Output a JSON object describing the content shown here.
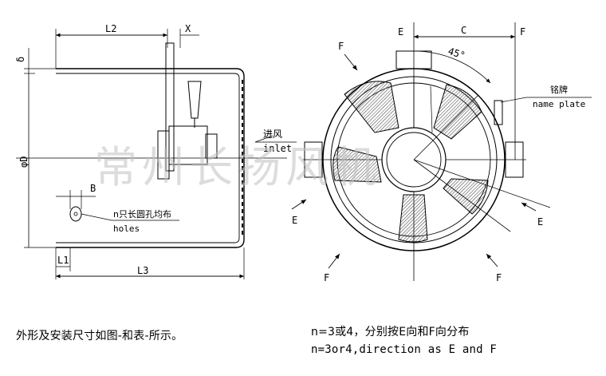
{
  "side_view": {
    "labels": {
      "L2": "L2",
      "X": "X",
      "delta": "δ",
      "phiD": "φD",
      "B": "B",
      "L1": "L1",
      "L3": "L3"
    },
    "inlet_cn": "进风",
    "inlet_en": "inlet",
    "holes_cn": "n只长圆孔均布",
    "holes_en": "holes"
  },
  "front_view": {
    "labels": {
      "E_top": "E",
      "F_top": "F",
      "C": "C",
      "angle": "45°",
      "F_upper_left": "F",
      "E_left": "E",
      "E_right": "E",
      "F_lower_left": "F",
      "F_lower_right": "F"
    },
    "nameplate_cn": "铭牌",
    "nameplate_en": "name plate"
  },
  "watermark": "常州长扬风机",
  "captions": {
    "left": "外形及安装尺寸如图-和表-所示。",
    "right_cn": "n=3或4，分别按E向和F向分布",
    "right_en": "n=3or4,direction as E and F"
  }
}
